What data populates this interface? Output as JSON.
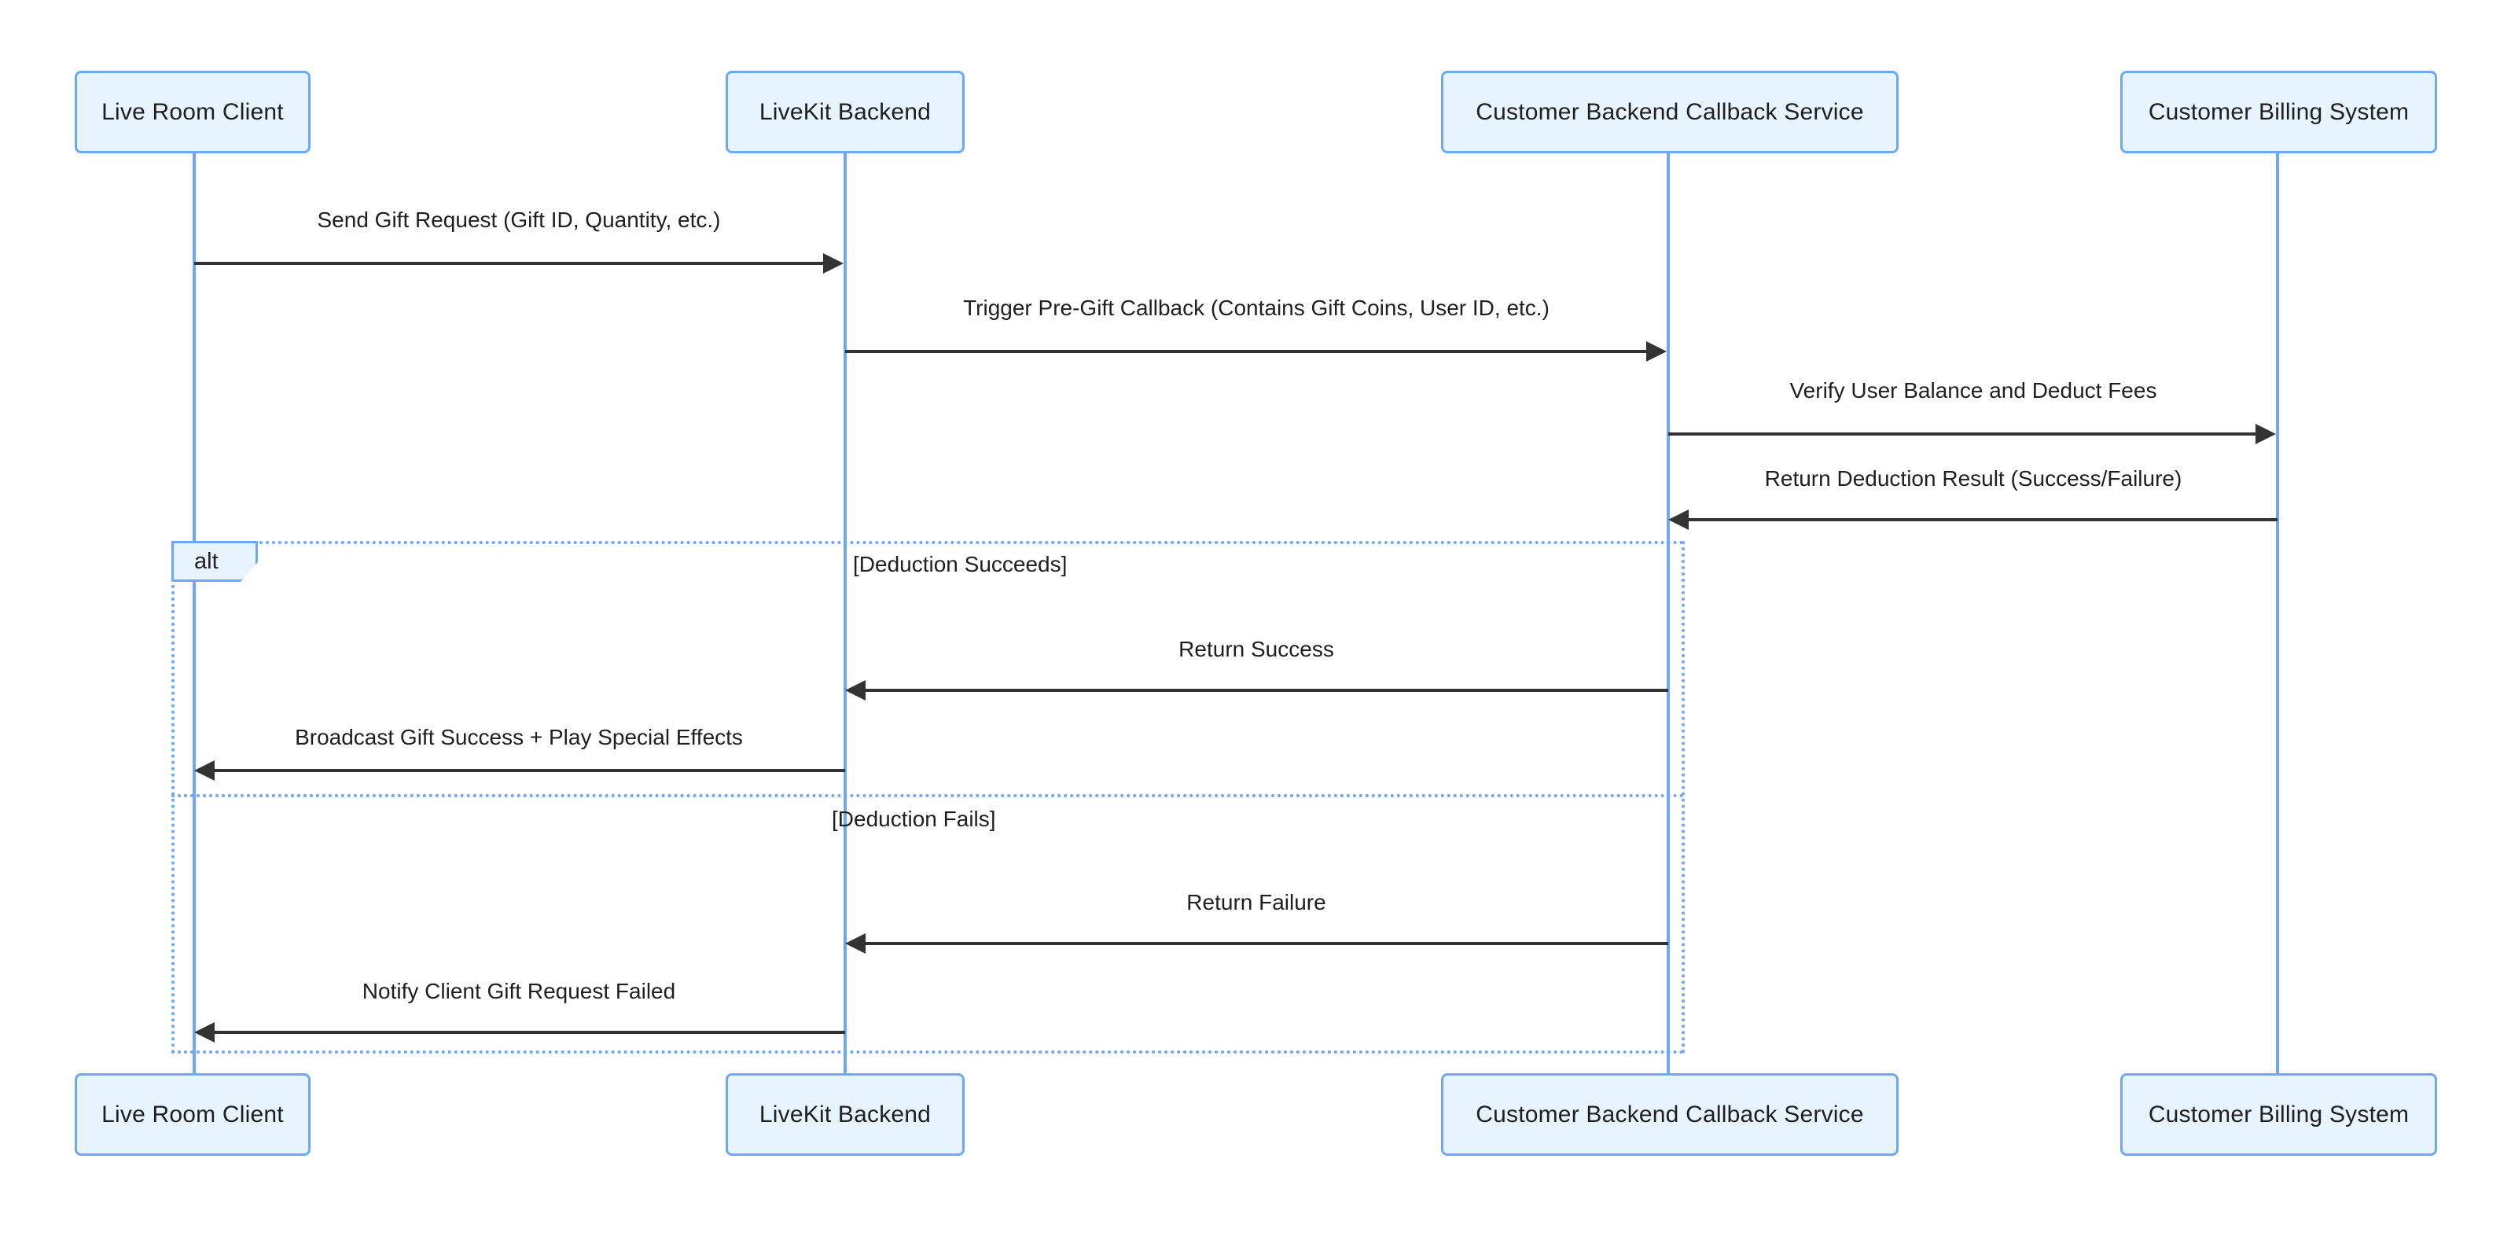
{
  "diagram": {
    "type": "sequence-diagram",
    "title": "",
    "participants": [
      {
        "id": "client",
        "label": "Live Room Client"
      },
      {
        "id": "livekit",
        "label": "LiveKit Backend"
      },
      {
        "id": "callback",
        "label": "Customer Backend Callback Service"
      },
      {
        "id": "billing",
        "label": "Customer Billing System"
      }
    ],
    "messages": [
      {
        "label": "Send Gift Request (Gift ID, Quantity, etc.)",
        "from": "client",
        "to": "livekit",
        "direction": "right"
      },
      {
        "label": "Trigger Pre-Gift Callback (Contains Gift Coins, User ID, etc.)",
        "from": "livekit",
        "to": "callback",
        "direction": "right"
      },
      {
        "label": "Verify User Balance and Deduct Fees",
        "from": "callback",
        "to": "billing",
        "direction": "right"
      },
      {
        "label": "Return Deduction Result (Success/Failure)",
        "from": "billing",
        "to": "callback",
        "direction": "left"
      },
      {
        "label": "Return Success",
        "from": "callback",
        "to": "livekit",
        "direction": "left"
      },
      {
        "label": "Broadcast Gift Success + Play Special Effects",
        "from": "livekit",
        "to": "client",
        "direction": "left"
      },
      {
        "label": "Return Failure",
        "from": "callback",
        "to": "livekit",
        "direction": "left"
      },
      {
        "label": "Notify Client Gift Request Failed",
        "from": "livekit",
        "to": "client",
        "direction": "left"
      }
    ],
    "fragment": {
      "operator": "alt",
      "conditions": [
        "[Deduction Succeeds]",
        "[Deduction Fails]"
      ]
    },
    "colors": {
      "actor_fill": "#e8f4fd",
      "actor_border": "#6da7f5",
      "lifeline": "#6da7f5",
      "arrow": "#333333",
      "fragment_border": "#6da7f5",
      "text": "#1f1f1f",
      "background": "#ffffff"
    }
  }
}
